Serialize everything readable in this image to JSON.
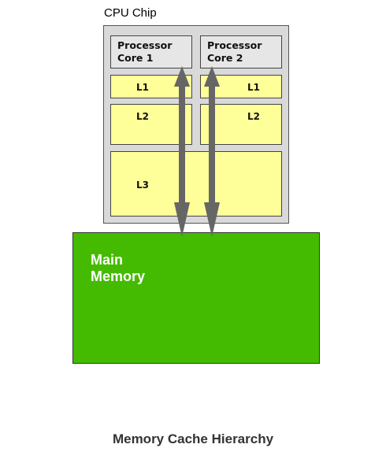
{
  "diagram": {
    "chip_label": "CPU Chip",
    "cores": [
      {
        "label": "Processor\nCore 1"
      },
      {
        "label": "Processor\nCore 2"
      }
    ],
    "caches": {
      "l1_left": "L1",
      "l1_right": "L1",
      "l2_left": "L2",
      "l2_right": "L2",
      "l3": "L3"
    },
    "main_memory": "Main\nMemory",
    "caption": "Memory Cache Hierarchy"
  },
  "colors": {
    "chip_bg": "#d9d9d9",
    "core_bg": "#e6e6e6",
    "cache_bg": "#ffff99",
    "memory_bg": "#44bb00",
    "arrow": "#666666"
  }
}
